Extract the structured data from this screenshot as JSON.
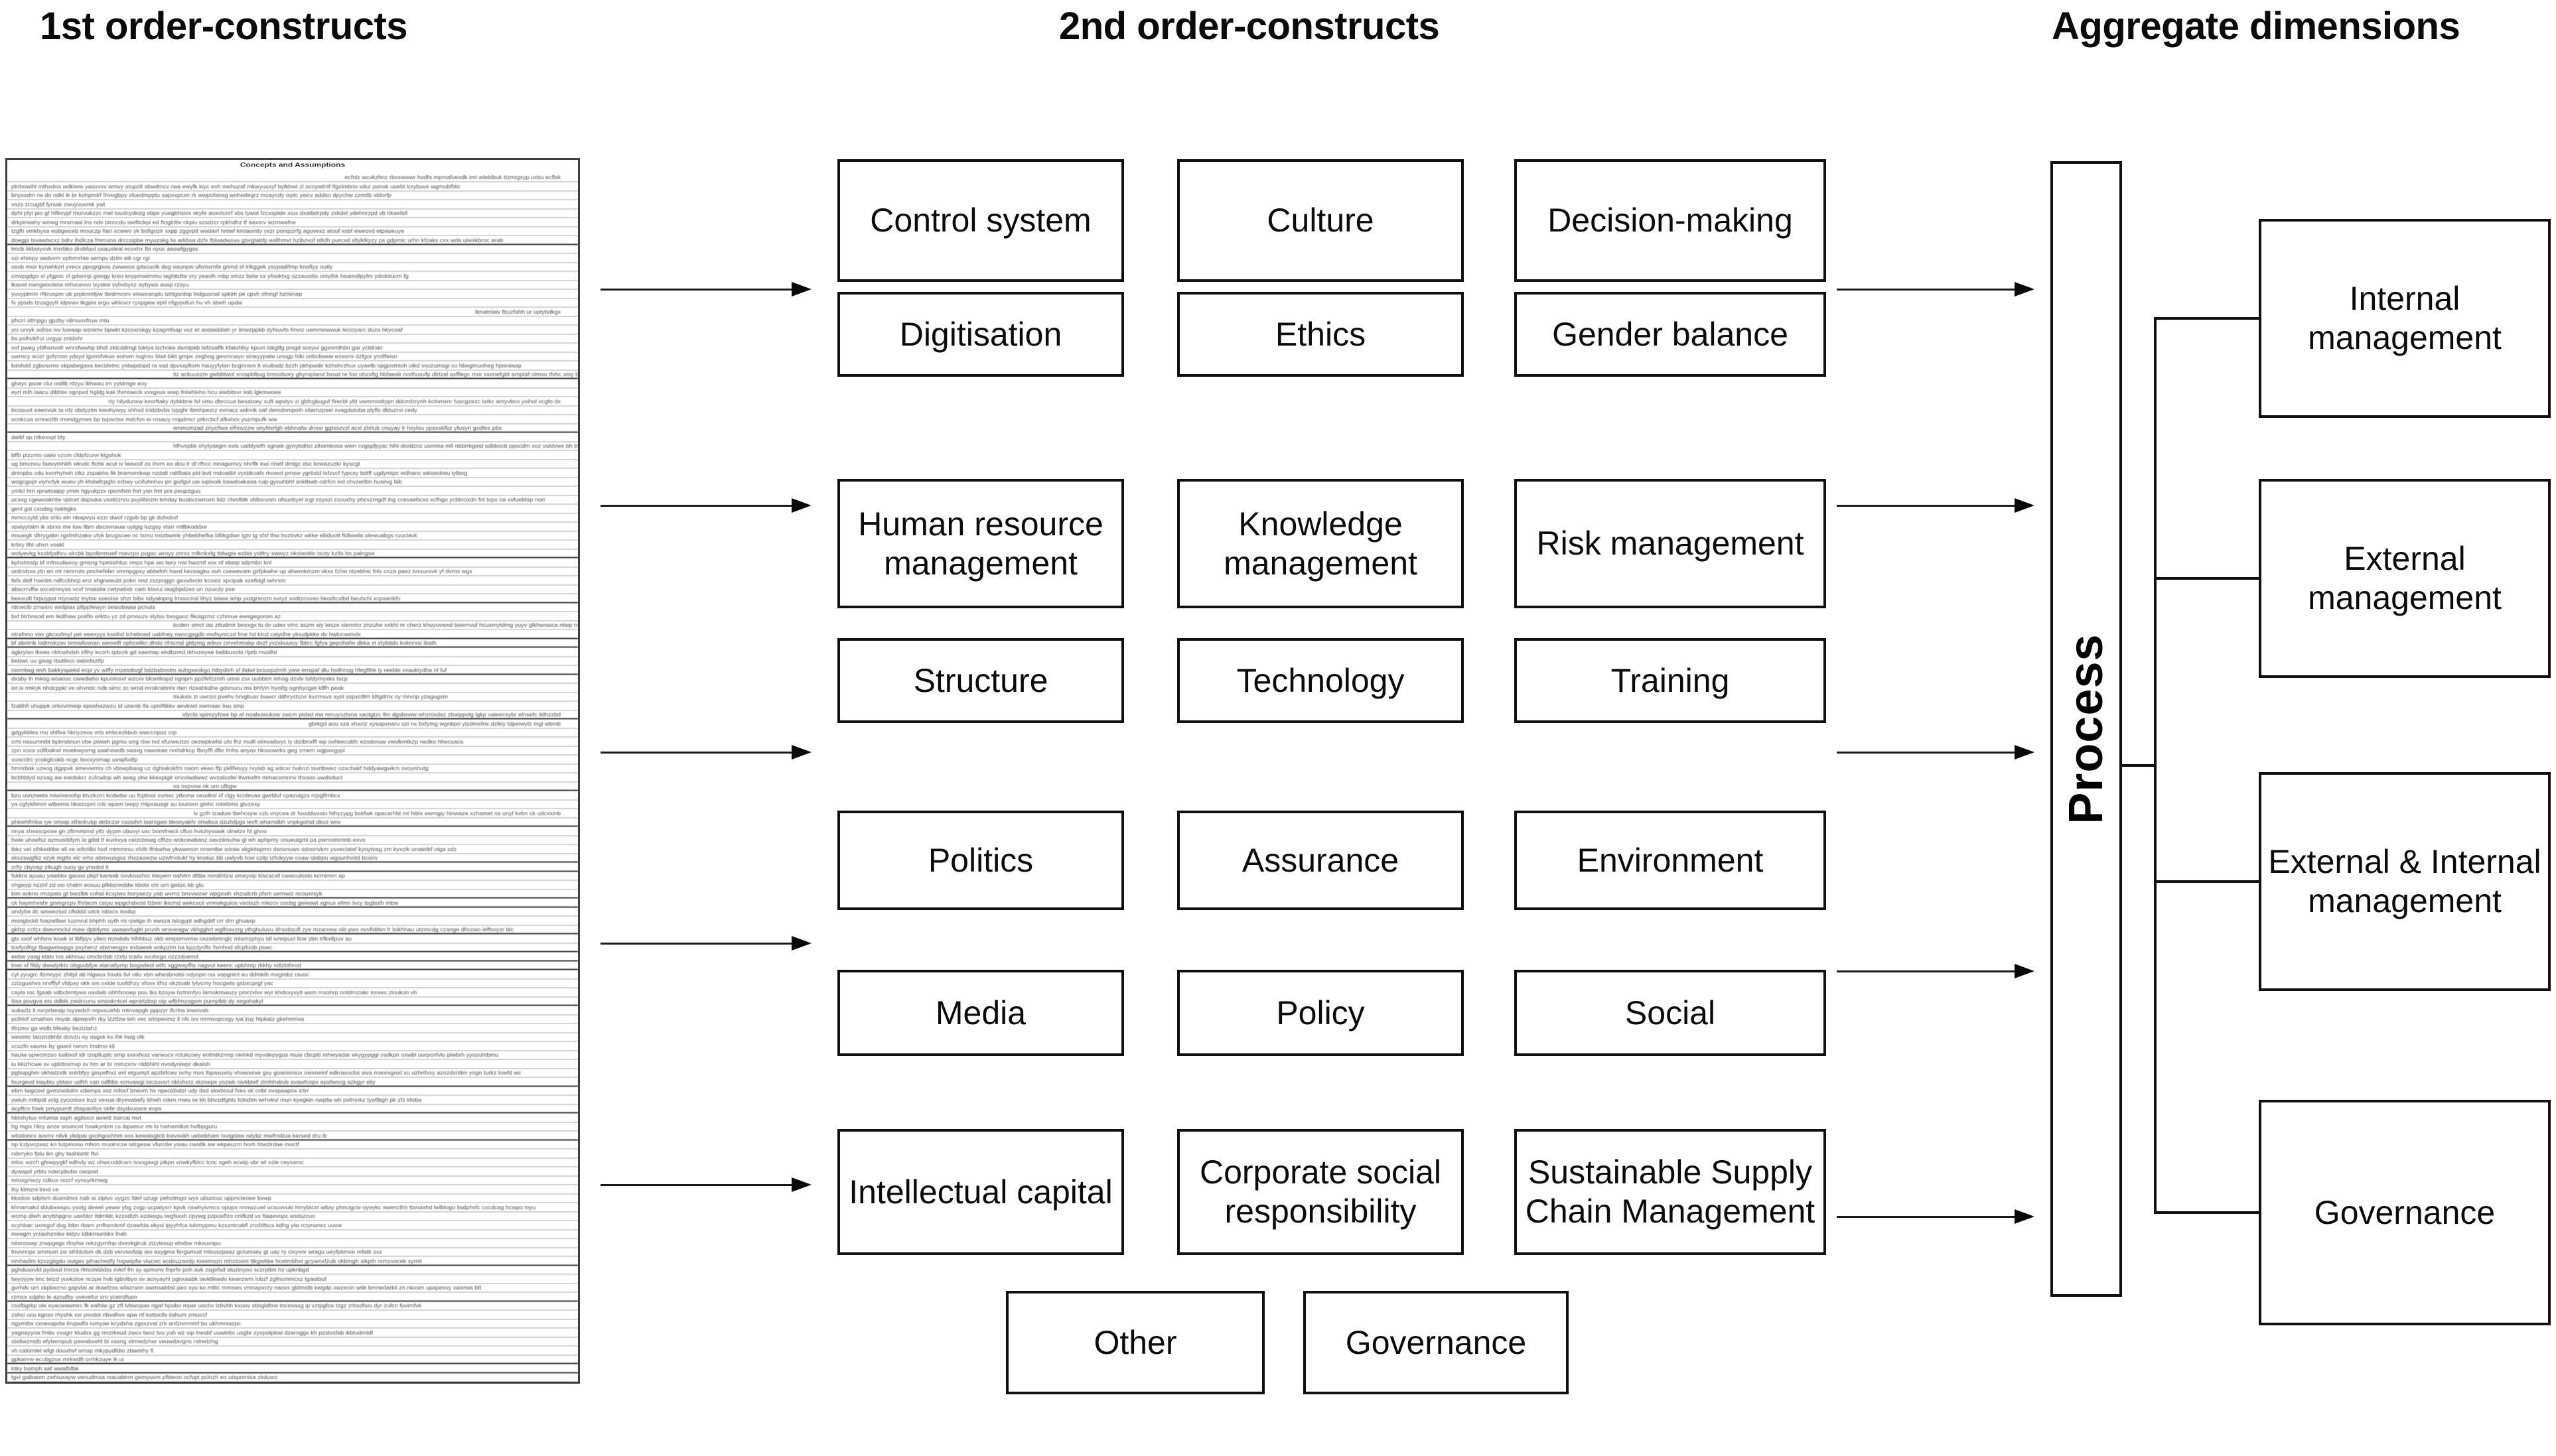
{
  "headers": {
    "first_order": "1st order-constructs",
    "second_order": "2nd order-constructs",
    "aggregate": "Aggregate dimensions"
  },
  "first_order_table": {
    "title": "Concepts and Assumptions",
    "note": "Dense scanned list of first-order concept statements; individual rows are rendered at scan resolution and are not legible in the source image.",
    "row_count": 136
  },
  "second_order_constructs": {
    "columns": [
      {
        "name": "column-1",
        "items": [
          "Control system",
          "Digitisation",
          "Human resource management",
          "Structure",
          "Politics",
          "Media",
          "Intellectual capital"
        ]
      },
      {
        "name": "column-2",
        "items": [
          "Culture",
          "Ethics",
          "Knowledge management",
          "Technology",
          "Assurance",
          "Policy",
          "Corporate social responsibility"
        ]
      },
      {
        "name": "column-3",
        "items": [
          "Decision-making",
          "Gender balance",
          "Risk management",
          "Training",
          "Environment",
          "Social",
          "Sustainable Supply Chain Management"
        ]
      }
    ],
    "extra_row": [
      "Other",
      "Governance"
    ]
  },
  "process": {
    "label": "Process"
  },
  "aggregate_dimensions": [
    "Internal management",
    "External management",
    "External & Internal management",
    "Governance"
  ],
  "colors": {
    "stroke": "#101014",
    "table_border": "#3d3d42",
    "text": "#0b0b0b",
    "background": "#ffffff"
  }
}
